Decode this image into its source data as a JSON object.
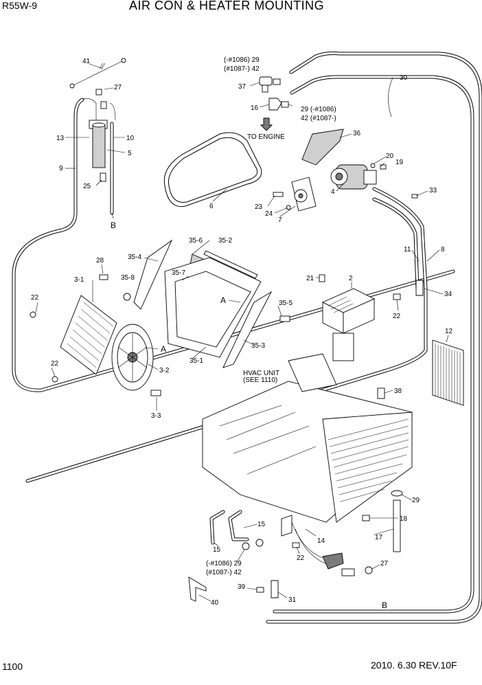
{
  "header": {
    "model": "R55W-9",
    "title": "AIR CON & HEATER MOUNTING"
  },
  "footer": {
    "page_number": "1100",
    "revision": "2010. 6.30  REV.10F"
  },
  "callouts": {
    "c41": "41",
    "c27a": "27",
    "c13": "13",
    "c10": "10",
    "c5": "5",
    "c9": "9",
    "c25": "25",
    "cB1": "B",
    "c37": "37",
    "c16": "16",
    "c30": "30",
    "c36": "36",
    "c6": "6",
    "c20": "20",
    "c19": "19",
    "c4": "4",
    "c33": "33",
    "c23": "23",
    "c24": "24",
    "c7": "7",
    "c35_6": "35-6",
    "c35_2": "35-2",
    "c35_4": "35-4",
    "c35_7": "35-7",
    "c28": "28",
    "c3_1": "3-1",
    "c35_8": "35-8",
    "c22a": "22",
    "cA1": "A",
    "c35_5": "35-5",
    "c35_3": "35-3",
    "c35_1": "35-1",
    "cA2": "A",
    "c3_2": "3-2",
    "c22b": "22",
    "c3_3": "3-3",
    "c21": "21",
    "c2": "2",
    "c11": "11",
    "c8": "8",
    "c34": "34",
    "c22c": "22",
    "c12": "12",
    "c38": "38",
    "c29a": "29",
    "c18": "18",
    "c17": "17",
    "c15a": "15",
    "c15b": "15",
    "c14": "14",
    "c22d": "22",
    "c27b": "27",
    "c39": "39",
    "c31": "31",
    "c40": "40",
    "cB2": "B"
  },
  "notes": {
    "top_left_serial": "(-#1086) 29",
    "top_left_serial_2": "(#1087-) 42",
    "right_serial": "29 (-#1086)",
    "right_serial_2": "42 (#1087-)",
    "to_engine": "TO ENGINE",
    "hvac_line1": "HVAC UNIT",
    "hvac_line2": "(SEE 1110)",
    "bottom_serial": "(-#1086) 29",
    "bottom_serial_2": "(#1087-) 42"
  }
}
